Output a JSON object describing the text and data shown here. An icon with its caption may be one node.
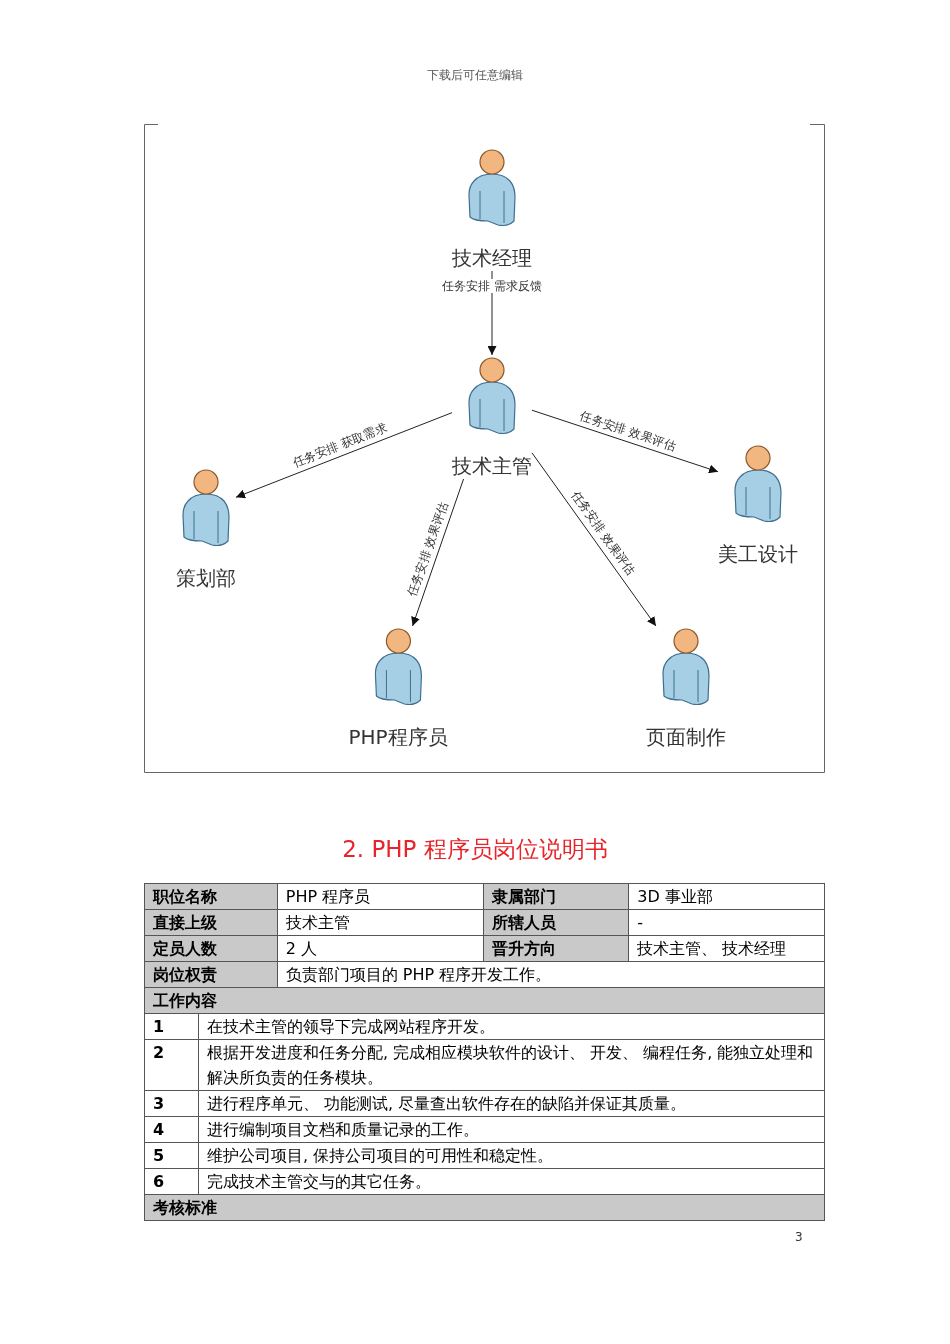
{
  "diagram": {
    "nodes": [
      {
        "text": [
          "技术经理"
        ]
      },
      {
        "text": [
          "技术主管"
        ]
      },
      {
        "text": [
          "策划部"
        ]
      },
      {
        "text": [
          "美工设计"
        ]
      },
      {
        "text": [
          "PHP程序员"
        ]
      },
      {
        "text": [
          "页面制作"
        ]
      }
    ],
    "edges": [
      {
        "from": 0,
        "to": 1,
        "arrow": "to",
        "label": "任务安排 需求反馈"
      },
      {
        "from": 1,
        "to": 2,
        "arrow": "to",
        "label": "任务安排 获取需求"
      },
      {
        "from": 1,
        "to": 3,
        "arrow": "to",
        "label": "任务安排 效果评估"
      },
      {
        "from": 1,
        "to": 4,
        "arrow": "to",
        "label": "任务安排 效果评估"
      },
      {
        "from": 1,
        "to": 5,
        "arrow": "to",
        "label": "任务安排 效果评估"
      }
    ],
    "labels": [
      "下载后可任意编辑",
      "2. PHP 程序员岗位说明书",
      "职位名称",
      "PHP 程序员",
      "隶属部门",
      "3D 事业部",
      "直接上级",
      "技术主管",
      "所辖人员",
      "-",
      "定员人数",
      "2 人",
      "晋升方向",
      "技术主管、 技术经理",
      "岗位权责",
      "负责部门项目的 PHP 程序开发工作。",
      "工作内容",
      "1",
      "在技术主管的领导下完成网站程序开发。",
      "2",
      "根据开发进度和任务分配, 完成相应模块软件的设计、 开发、 编程任务, 能独立处理和解决所负责的任务模块。",
      "3",
      "进行程序单元、 功能测试, 尽量查出软件存在的缺陷并保证其质量。",
      "4",
      "进行编制项目文档和质量记录的工作。",
      "5",
      "维护公司项目, 保持公司项目的可用性和稳定性。",
      "6",
      "完成技术主管交与的其它任务。",
      "考核标准",
      "3"
    ]
  }
}
